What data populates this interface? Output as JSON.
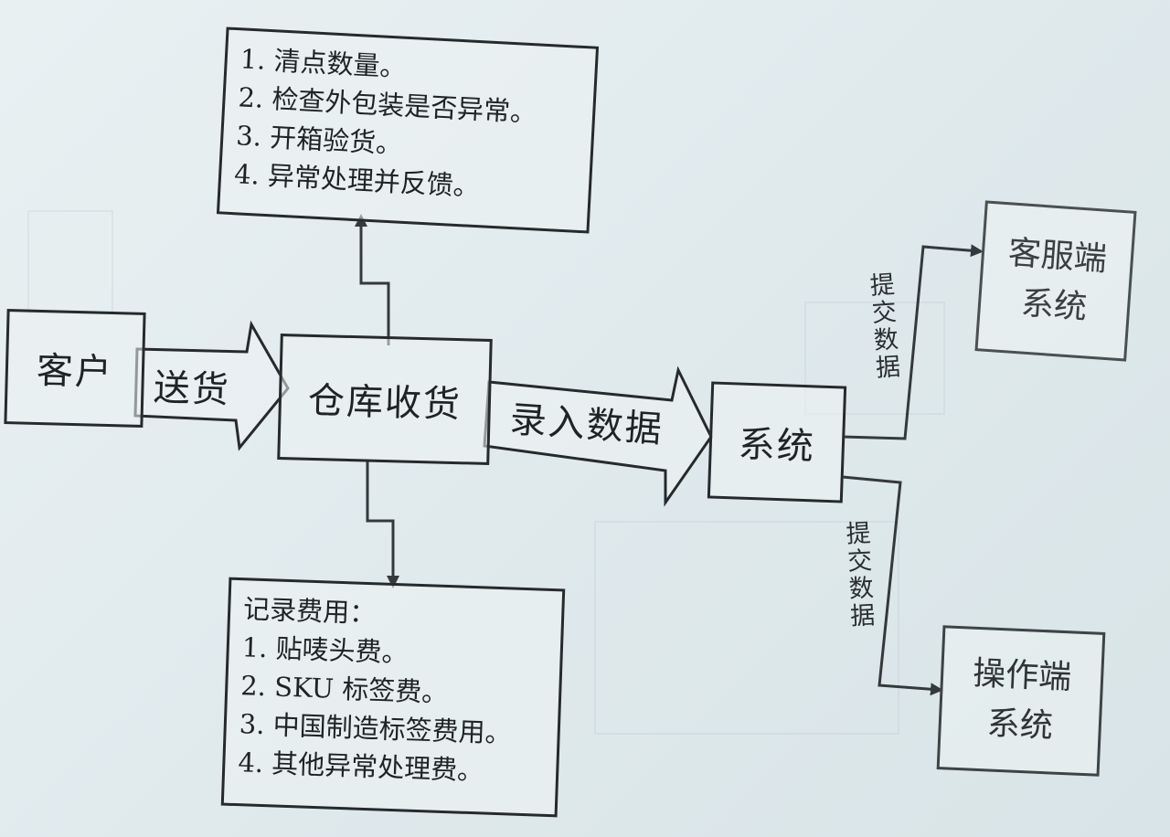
{
  "nodes": {
    "customer": "客户",
    "warehouse": "仓库收货",
    "system": "系统",
    "cs_system": [
      "客服端",
      "系统"
    ],
    "ops_system": [
      "操作端",
      "系统"
    ]
  },
  "checks": {
    "items": [
      "1. 清点数量。",
      "2. 检查外包装是否异常。",
      "3. 开箱验货。",
      "4. 异常处理并反馈。"
    ]
  },
  "fees": {
    "heading": "记录费用：",
    "items": [
      "1. 贴唛头费。",
      "2. SKU 标签费。",
      "3. 中国制造标签费用。",
      "4. 其他异常处理费。"
    ]
  },
  "edges": {
    "deliver": "送货",
    "enter_data": "录入数据",
    "submit_cs": [
      "提",
      "交",
      "数",
      "据"
    ],
    "submit_ops": [
      "提",
      "交",
      "数",
      "据"
    ]
  }
}
